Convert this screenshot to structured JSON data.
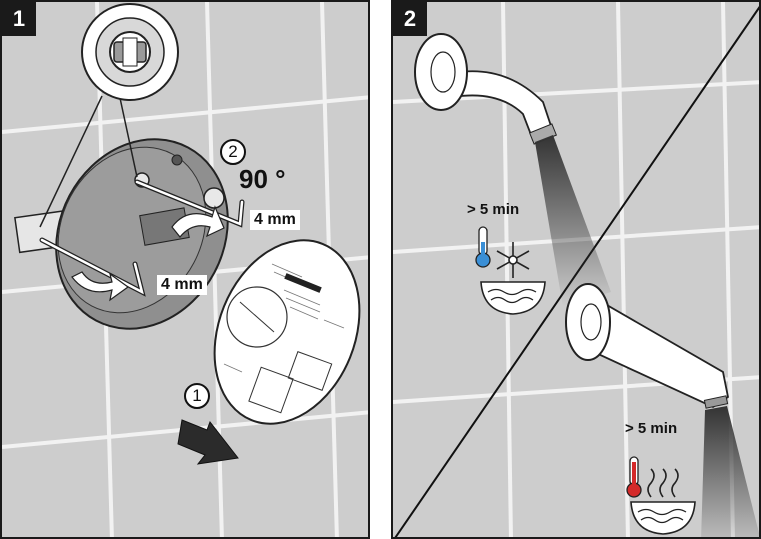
{
  "panel1": {
    "step": "1",
    "callout_rotate_num": "2",
    "rotation": "90 °",
    "wrench_label_top": "4 mm",
    "wrench_label_left": "4 mm",
    "callout_remove_num": "1"
  },
  "panel2": {
    "step": "2",
    "cold_duration": "> 5 min",
    "hot_duration": "> 5 min"
  },
  "colors": {
    "wall": "#cdcdcd",
    "grout": "#f2f2f2",
    "cold_icon": "#3a8fd6",
    "hot_icon": "#d42a2a"
  }
}
